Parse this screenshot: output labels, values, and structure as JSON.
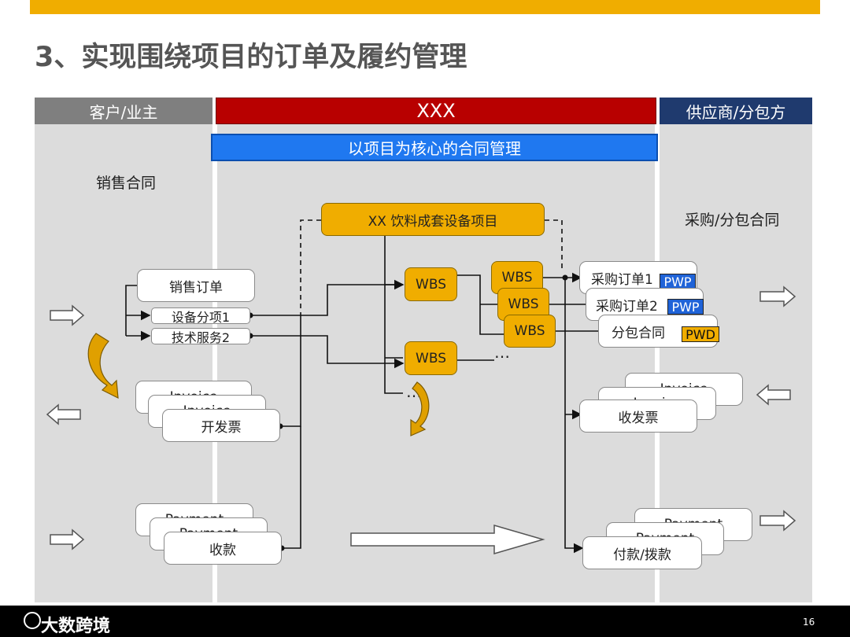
{
  "title": "3、实现围绕项目的订单及履约管理",
  "headers": {
    "left": "客户/业主",
    "center": "XXX",
    "right": "供应商/分包方"
  },
  "core_banner": "以项目为核心的合同管理",
  "left_column": {
    "section_label": "销售合同",
    "sales_order": "销售订单",
    "item1": "设备分项1",
    "item2": "技术服务2",
    "invoice_front": "开发票",
    "invoice_back": "Invoice",
    "payment_front": "收款",
    "payment_back": "Payment"
  },
  "center_column": {
    "project": "XX  饮料成套设备项目",
    "wbs_label": "WBS",
    "ellipsis": "…"
  },
  "right_column": {
    "section_label": "采购/分包合同",
    "po1": "采购订单1",
    "po2": "采购订单2",
    "subcontract": "分包合同",
    "tag_pwp": "PWP",
    "tag_pwd": "PWD",
    "invoice_front": "收发票",
    "invoice_back": "Invoice",
    "payment_front": "付款/拨款",
    "payment_back": "Payment"
  },
  "footer": {
    "logo_text": "大数跨境",
    "page_number": "16"
  },
  "colors": {
    "accent_orange": "#f0ad00",
    "header_gray": "#7f7f7f",
    "header_red": "#b80000",
    "header_navy": "#1f3a6e",
    "core_blue": "#1f78f0",
    "tag_blue": "#1f63d8"
  }
}
